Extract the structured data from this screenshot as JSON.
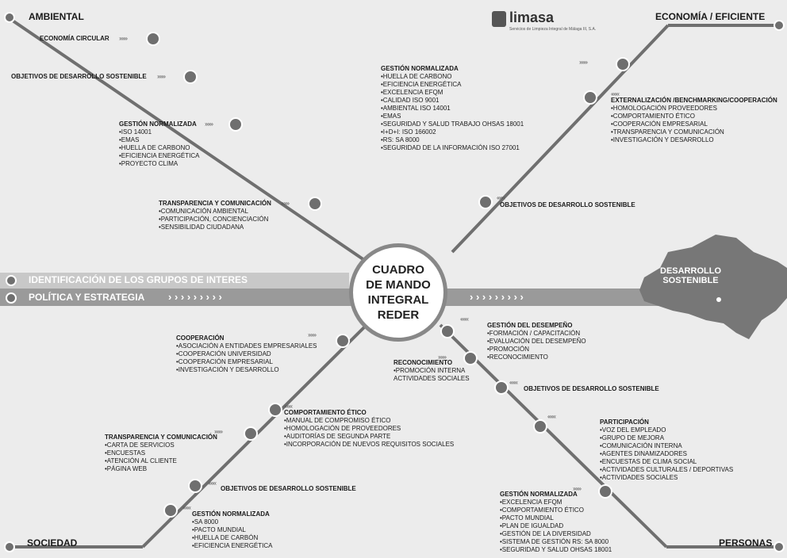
{
  "logo": {
    "name": "limasa",
    "subtitle": "Servicios de Limpieza Integral de Málaga III, S.A."
  },
  "corners": {
    "top_left": "AMBIENTAL",
    "top_right": "ECONOMÍA / EFICIENTE",
    "bottom_left": "SOCIEDAD",
    "bottom_right": "PERSONAS"
  },
  "bars": {
    "identificacion": "IDENTIFICACIÓN DE LOS GRUPOS DE INTERES",
    "politica": "POLÍTICA Y ESTRATEGIA",
    "chevrons": "›  ›  ›  ›  ›  ›  ›  ›  ›"
  },
  "center": {
    "line1": "CUADRO",
    "line2": "DE MANDO",
    "line3": "INTEGRAL",
    "line4": "REDER"
  },
  "destination": {
    "line1": "DESARROLLO",
    "line2": "SOSTENIBLE"
  },
  "chevron_marks": {
    "right": "››››››",
    "left": "‹‹‹‹‹‹"
  },
  "ambiental": {
    "economia_circular": {
      "title": "ECONOMÍA CIRCULAR"
    },
    "ods": {
      "title": "OBJETIVOS DE DESARROLLO SOSTENIBLE"
    },
    "gestion": {
      "title": "GESTIÓN NORMALIZADA",
      "items": [
        "•ISO 14001",
        "•EMAS",
        "•HUELLA DE CARBONO",
        "•EFICIENCIA ENERGÉTICA",
        "•PROYECTO CLIMA"
      ]
    },
    "transparencia": {
      "title": "TRANSPARENCIA Y COMUNICACIÓN",
      "items": [
        "•COMUNICACIÓN AMBIENTAL",
        "•PARTICIPACIÓN, CONCIENCIACIÓN",
        "•SENSIBILIDAD CIUDADANA"
      ]
    }
  },
  "economia": {
    "gestion": {
      "title": "GESTIÓN NORMALIZADA",
      "items": [
        "•HUELLA DE CARBONO",
        "•EFICIENCIA ENERGÉTICA",
        "•EXCELENCIA EFQM",
        "•CALIDAD ISO 9001",
        "•AMBIENTAL ISO 14001",
        "•EMAS",
        "•SEGURIDAD Y SALUD TRABAJO OHSAS 18001",
        "•I+D+I: ISO 166002",
        "•RS: SA 8000",
        "•SEGURIDAD DE LA INFORMACIÓN ISO 27001"
      ]
    },
    "externalizacion": {
      "title": "EXTERNALIZACIÓN /BENCHMARKING/COOPERACIÓN",
      "items": [
        "•HOMOLOGACIÓN PROVEEDORES",
        "•COMPORTAMIENTO ÉTICO",
        "•COOPERACIÓN EMPRESARIAL",
        "•TRANSPARENCIA Y COMUNICACIÓN",
        "•INVESTIGACIÓN Y DESARROLLO"
      ]
    },
    "ods": {
      "title": "OBJETIVOS DE DESARROLLO SOSTENIBLE"
    }
  },
  "sociedad": {
    "cooperacion": {
      "title": "COOPERACIÓN",
      "items": [
        "•ASOCIACIÓN A ENTIDADES EMPRESARIALES",
        "•COOPERACIÓN UNIVERSIDAD",
        "•COOPERACIÓN EMPRESARIAL",
        "•INVESTIGACIÓN Y DESARROLLO"
      ]
    },
    "comportamiento": {
      "title": "COMPORTAMIENTO ÉTICO",
      "items": [
        "•MANUAL DE COMPROMISO ÉTICO",
        "•HOMOLOGACIÓN DE PROVEEDORES",
        "•AUDITORÍAS DE SEGUNDA PARTE",
        "•INCORPORACIÓN DE NUEVOS REQUISITOS SOCIALES"
      ]
    },
    "transparencia": {
      "title": "TRANSPARENCIA Y COMUNICACIÓN",
      "items": [
        "•CARTA DE SERVICIOS",
        "•ENCUESTAS",
        "•ATENCIÓN AL CLIENTE",
        "•PÁGINA WEB"
      ]
    },
    "ods": {
      "title": "OBJETIVOS DE DESARROLLO SOSTENIBLE"
    },
    "gestion": {
      "title": "GESTIÓN NORMALIZADA",
      "items": [
        "•SA 8000",
        "•PACTO MUNDIAL",
        "•HUELLA DE CARBÓN",
        "•EFICIENCIA ENERGÉTICA"
      ]
    }
  },
  "personas": {
    "desempeno": {
      "title": "GESTIÓN DEL DESEMPEÑO",
      "items": [
        "•FORMACIÓN / CAPACITACIÓN",
        "•EVALUACIÓN DEL DESEMPEÑO",
        "•PROMOCIÓN",
        "•RECONOCIMIENTO"
      ]
    },
    "reconocimiento": {
      "title": "RECONOCIMIENTO",
      "items": [
        "•PROMOCIÓN INTERNA",
        "ACTIVIDADES SOCIALES"
      ]
    },
    "ods": {
      "title": "OBJETIVOS DE DESARROLLO SOSTENIBLE"
    },
    "participacion": {
      "title": "PARTICIPACIÓN",
      "items": [
        "•VOZ DEL EMPLEADO",
        "•GRUPO DE MEJORA",
        "•COMUNICACIÓN INTERNA",
        "•AGENTES DINAMIZADORES",
        "•ENCUESTAS DE CLIMA SOCIAL",
        "•ACTIVIDADES CULTURALES / DEPORTIVAS",
        "•ACTIVIDADES SOCIALES"
      ]
    },
    "gestion": {
      "title": "GESTIÓN NORMALIZADA",
      "items": [
        "•EXCELENCIA EFQM",
        "•COMPORTAMIENTO ÉTICO",
        "•PACTO MUNDIAL",
        "•PLAN DE IGUALDAD",
        "•GESTIÓN DE LA DIVERSIDAD",
        "•SISTEMA DE GESTIÓN RS: SA 8000",
        "•SEGURIDAD Y SALUD OHSAS 18001"
      ]
    }
  }
}
